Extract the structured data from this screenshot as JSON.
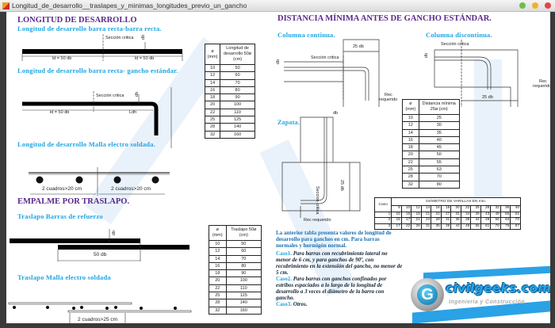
{
  "window": {
    "title": "Longitud_de_desarrollo__traslapes_y_minimas_longitudes_previo_un_gancho"
  },
  "left": {
    "heading": "LONGITUD DE DESARROLLO",
    "sub1": "Longitud de desarrollo  barra recta-barra recta.",
    "sub2": "Longitud de desarrollo  barra recta- gancho estándar.",
    "sub3": "Longitud de desarrollo  Malla electro soldada.",
    "d1": {
      "seccion": "Sección critica",
      "db": "db",
      "ld1": "ld = 50 db",
      "ld2": "ld = 50 db"
    },
    "d2": {
      "seccion": "Sección critica",
      "db": "db",
      "ld": "ld = 50 db",
      "ldh": "Ldh"
    },
    "d3": {
      "dim1": "2 cuadros>20 cm",
      "dim2": "2 cuadros>20 cm"
    },
    "heading2": "EMPALME POR TRASLAPO.",
    "sub4": "Traslapo Barras de refuerzo",
    "sub5": "Traslapo Malla electro soldada",
    "d4": {
      "db": "db",
      "dim": "50 db"
    },
    "d5": {
      "dim": "2 cuadros>25 cm"
    }
  },
  "table1": {
    "headers": [
      "ø (mm)",
      "Longitud de desarrollo 50ø (cm)"
    ],
    "rows": [
      [
        "10",
        "50"
      ],
      [
        "12",
        "60"
      ],
      [
        "14",
        "70"
      ],
      [
        "16",
        "80"
      ],
      [
        "18",
        "90"
      ],
      [
        "20",
        "100"
      ],
      [
        "22",
        "110"
      ],
      [
        "25",
        "125"
      ],
      [
        "28",
        "140"
      ],
      [
        "32",
        "160"
      ]
    ]
  },
  "table2": {
    "headers": [
      "ø (mm)",
      "Traslapo 50ø (cm)"
    ],
    "rows": [
      [
        "10",
        "50"
      ],
      [
        "12",
        "60"
      ],
      [
        "14",
        "70"
      ],
      [
        "16",
        "80"
      ],
      [
        "18",
        "90"
      ],
      [
        "20",
        "100"
      ],
      [
        "22",
        "110"
      ],
      [
        "25",
        "125"
      ],
      [
        "28",
        "140"
      ],
      [
        "32",
        "160"
      ]
    ]
  },
  "right": {
    "heading": "DISTANCIA MÍNIMA ANTES DE GANCHO ESTÁNDAR.",
    "sub1": "Columna continua.",
    "sub2": "Columna discontinua.",
    "sub3": "Zapata.",
    "c1": {
      "dim": "25 db",
      "seccion": "Sección critica",
      "db": "db",
      "rec1": "Rec",
      "rec2": "requerido"
    },
    "c2": {
      "seccion": "Sección critica",
      "db": "db",
      "rec1": "Rec",
      "rec2": "requerido",
      "dim": "25 db"
    },
    "z": {
      "db": "db",
      "seccion": "Sección critica",
      "dim": "25 db",
      "rec": "Rec requerido"
    },
    "para_intro": "La anterior  tabla presenta valores de longitud de desarrollo para ganchos en cm. Para barras normales y hormigón normal.",
    "caso1_label": "Caso1.",
    "caso1_text": "Para barras con recubrimiento lateral no menor de 6 cm, y para ganchos de 90º, con recubrimiento en la extensión del gancho, no menor de 5 cm.",
    "caso2_label": "Caso2.",
    "caso2_text": "Para barras con ganchos confinados por estribos espaciados a lo largo de la longitud de desarrollo a 3 veces el diámetro de la barra con gancho.",
    "caso3_label": "Caso3.",
    "caso3_text": "Otros."
  },
  "table3": {
    "headers": [
      "ø (mm)",
      "Distancia mínima 25ø (cm)"
    ],
    "rows": [
      [
        "10",
        "25"
      ],
      [
        "12",
        "30"
      ],
      [
        "14",
        "35"
      ],
      [
        "16",
        "40"
      ],
      [
        "18",
        "45"
      ],
      [
        "20",
        "50"
      ],
      [
        "22",
        "55"
      ],
      [
        "25",
        "63"
      ],
      [
        "28",
        "70"
      ],
      [
        "32",
        "80"
      ]
    ]
  },
  "table4": {
    "caso_header": "Caso",
    "group_header": "DIÁMETRO DE VARILLAS  EN mm.",
    "diameters": [
      "8",
      "10",
      "12",
      "14",
      "16",
      "18",
      "20",
      "22",
      "25",
      "28",
      "32",
      "36",
      "40"
    ],
    "rows": [
      [
        "1",
        "15",
        "15",
        "18",
        "21",
        "24",
        "27",
        "31",
        "34",
        "39",
        "43",
        "49",
        "55",
        "61"
      ],
      [
        "2",
        "15",
        "17",
        "21",
        "24",
        "28",
        "31",
        "35",
        "38",
        "44",
        "49",
        "56",
        "63",
        "70"
      ],
      [
        "3",
        "17",
        "22",
        "26",
        "31",
        "35",
        "39",
        "44",
        "48",
        "55",
        "61",
        "70",
        "79",
        "87"
      ]
    ]
  },
  "logo": {
    "name": "civilgeeks.com",
    "tagline": "Ingeniería y Construcción"
  },
  "colors": {
    "heading": "#5a2a8c",
    "subheading": "#1ea4e2"
  }
}
